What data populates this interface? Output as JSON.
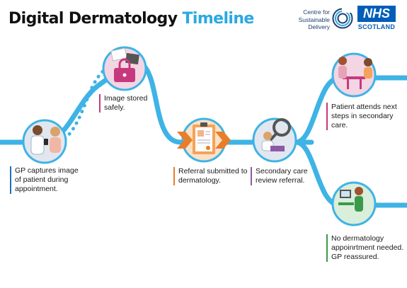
{
  "header": {
    "title_main": "Digital Dermatology ",
    "title_accent": "Timeline"
  },
  "logos": {
    "csd_lines": [
      "Centre for",
      "Sustainable",
      "Delivery"
    ],
    "nhs_mark": "NHS",
    "nhs_region": "SCOTLAND"
  },
  "colors": {
    "timeline": "#3eb3e6",
    "accent_title": "#29a9e1",
    "nhs_blue": "#005eb8"
  },
  "steps": [
    {
      "text": "GP captures image of patient during appointment.",
      "accent": "blue",
      "icon": "gp-examining-patient-icon"
    },
    {
      "text": "Image stored safely.",
      "accent": "pink",
      "icon": "secure-storage-lock-icon"
    },
    {
      "text": "Referral submitted to dermatology.",
      "accent": "orange",
      "icon": "referral-clipboard-icon"
    },
    {
      "text": "Secondary care review referral.",
      "accent": "purple",
      "icon": "doctor-reviewing-magnifier-icon"
    },
    {
      "text": "Patient attends next steps in secondary care.",
      "accent": "pink",
      "icon": "patient-consultation-icon"
    },
    {
      "text": "No dermatology appoinrtment needed. GP reassured.",
      "accent": "green",
      "icon": "gp-at-computer-icon"
    }
  ]
}
